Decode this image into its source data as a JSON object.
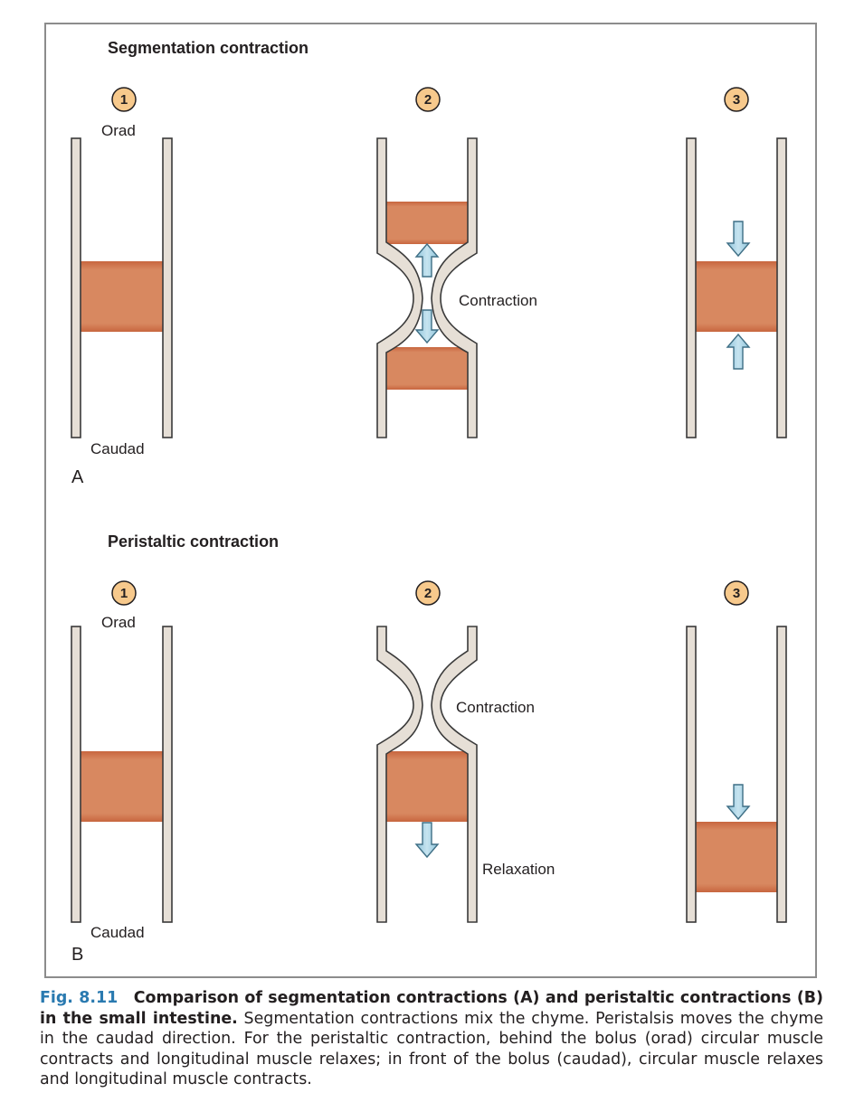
{
  "panels": [
    {
      "title": "Segmentation contraction",
      "letter": "A",
      "steps": [
        "1",
        "2",
        "3"
      ],
      "orad_label": "Orad",
      "caudad_label": "Caudad",
      "contraction_label": "Contraction"
    },
    {
      "title": "Peristaltic contraction",
      "letter": "B",
      "steps": [
        "1",
        "2",
        "3"
      ],
      "orad_label": "Orad",
      "caudad_label": "Caudad",
      "contraction_label": "Contraction",
      "relaxation_label": "Relaxation"
    }
  ],
  "caption": {
    "fig_number": "Fig. 8.11",
    "title": "Comparison of segmentation contractions (A) and peristaltic contractions (B) in the small intestine.",
    "body": "Segmentation contractions mix the chyme. Peristalsis moves the chyme in the caudad direction. For the peristaltic contraction, behind the bolus (orad) circular muscle contracts and longitudinal muscle relaxes; in front of the bolus (caudad), circular muscle relaxes and longitudinal muscle contracts."
  },
  "colors": {
    "frame": "#8c8c8c",
    "wall_fill": "#e6dfd6",
    "wall_stroke": "#3a3a3a",
    "chyme": "#d4805a",
    "chyme_edge": "#c0603a",
    "step_circle": "#f7c98c",
    "arrow_fill": "#a9d3e6",
    "arrow_stroke": "#3f6f85",
    "caption_accent": "#2a7ab0"
  }
}
